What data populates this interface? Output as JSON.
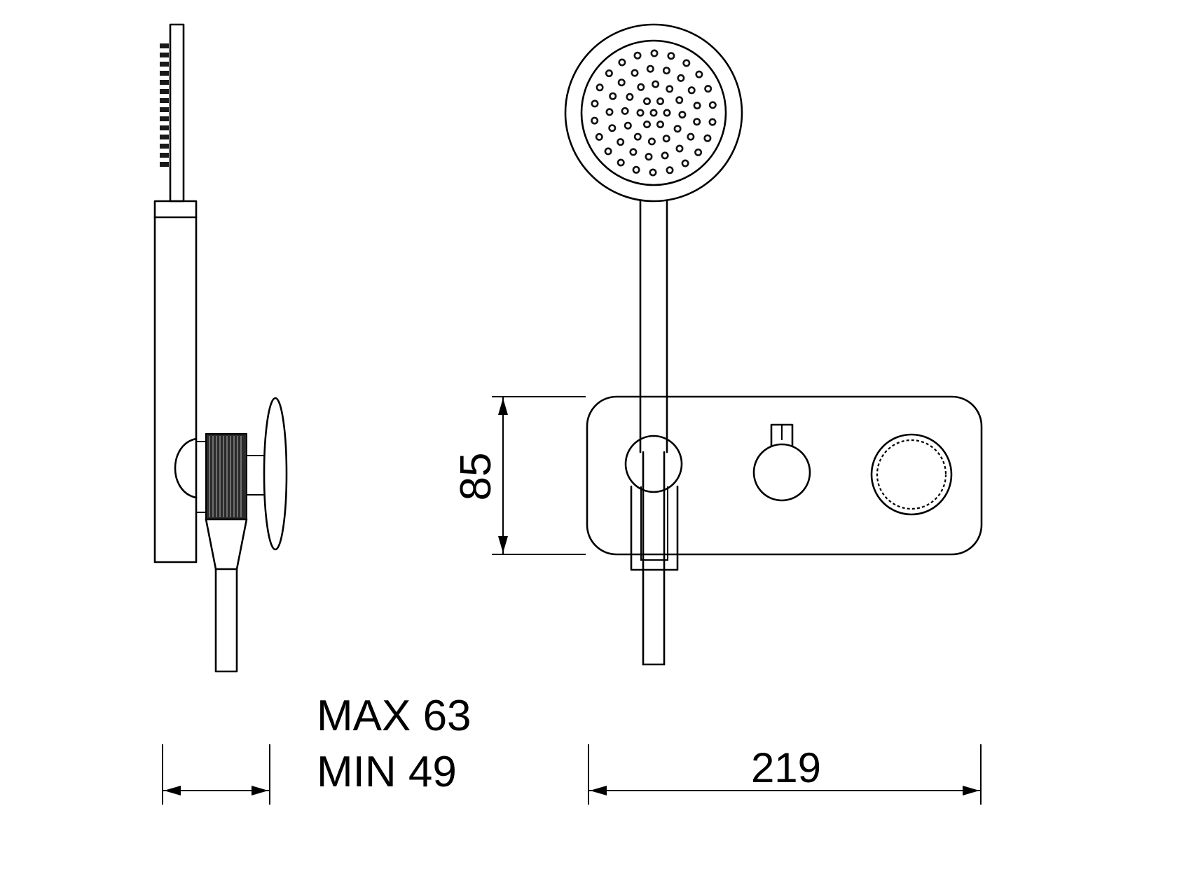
{
  "page": {
    "background_color": "#ffffff",
    "line_color": "#000000",
    "knurl_fill_color": "#2b2b2b"
  },
  "dimensions": {
    "depth_max_label": "MAX 63",
    "depth_min_label": "MIN 49",
    "plate_height_label": "85",
    "plate_width_label": "219"
  }
}
